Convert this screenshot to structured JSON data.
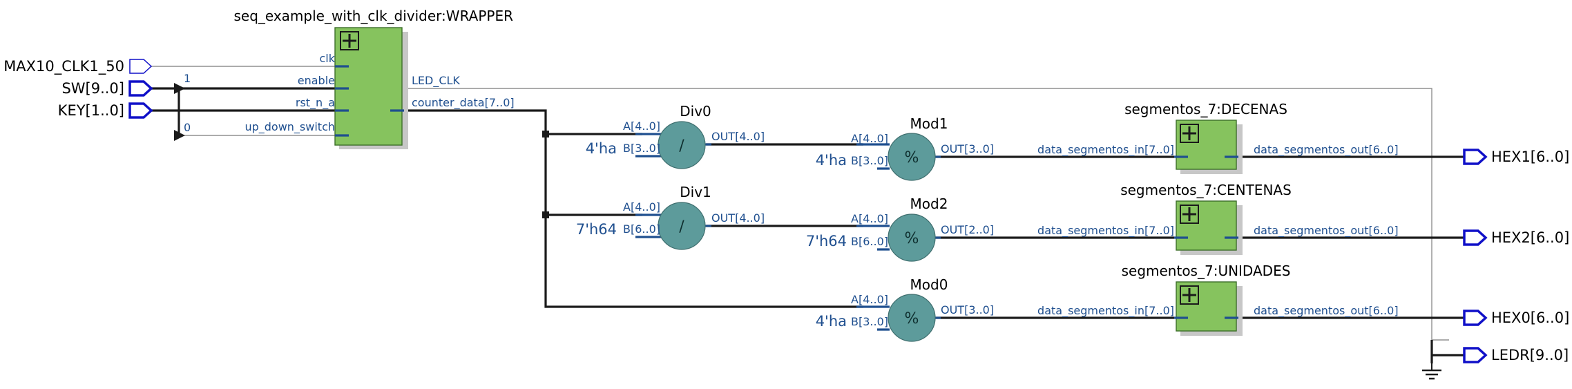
{
  "inputs": [
    {
      "name": "MAX10_CLK1_50"
    },
    {
      "name": "SW[9..0]"
    },
    {
      "name": "KEY[1..0]"
    }
  ],
  "outputs": [
    {
      "name": "HEX1[6..0]"
    },
    {
      "name": "HEX2[6..0]"
    },
    {
      "name": "HEX0[6..0]"
    },
    {
      "name": "LEDR[9..0]"
    }
  ],
  "wrapper": {
    "title": "seq_example_with_clk_divider:WRAPPER",
    "ports_in": [
      "clk",
      "enable",
      "rst_n_a",
      "up_down_switch"
    ],
    "ports_out": [
      "LED_CLK",
      "counter_data[7..0]"
    ]
  },
  "bit_labels": {
    "enable_bit": "1",
    "updown_bit": "0"
  },
  "operators": {
    "div0": {
      "name": "Div0",
      "symbol": "/",
      "a": "A[4..0]",
      "b": "B[3..0]",
      "out": "OUT[4..0]",
      "const": "4'ha"
    },
    "div1": {
      "name": "Div1",
      "symbol": "/",
      "a": "A[4..0]",
      "b": "B[6..0]",
      "out": "OUT[4..0]",
      "const": "7'h64"
    },
    "mod1": {
      "name": "Mod1",
      "symbol": "%",
      "a": "A[4..0]",
      "b": "B[3..0]",
      "out": "OUT[3..0]",
      "const": "4'ha"
    },
    "mod2": {
      "name": "Mod2",
      "symbol": "%",
      "a": "A[4..0]",
      "b": "B[6..0]",
      "out": "OUT[2..0]",
      "const": "7'h64"
    },
    "mod0": {
      "name": "Mod0",
      "symbol": "%",
      "a": "A[4..0]",
      "b": "B[3..0]",
      "out": "OUT[3..0]",
      "const": "4'ha"
    }
  },
  "segments": {
    "decenas": {
      "title": "segmentos_7:DECENAS",
      "in": "data_segmentos_in[7..0]",
      "out": "data_segmentos_out[6..0]"
    },
    "centenas": {
      "title": "segmentos_7:CENTENAS",
      "in": "data_segmentos_in[7..0]",
      "out": "data_segmentos_out[6..0]"
    },
    "unidades": {
      "title": "segmentos_7:UNIDADES",
      "in": "data_segmentos_in[7..0]",
      "out": "data_segmentos_out[6..0]"
    }
  },
  "colors": {
    "block_fill": "#86c35e",
    "operator_fill": "#5d9b9b",
    "pin_stroke": "#1010c8",
    "port_text": "#1f4f8f",
    "bus": "#1a1a1a"
  },
  "icons": [
    "expand-plus-icon",
    "ground-icon"
  ]
}
